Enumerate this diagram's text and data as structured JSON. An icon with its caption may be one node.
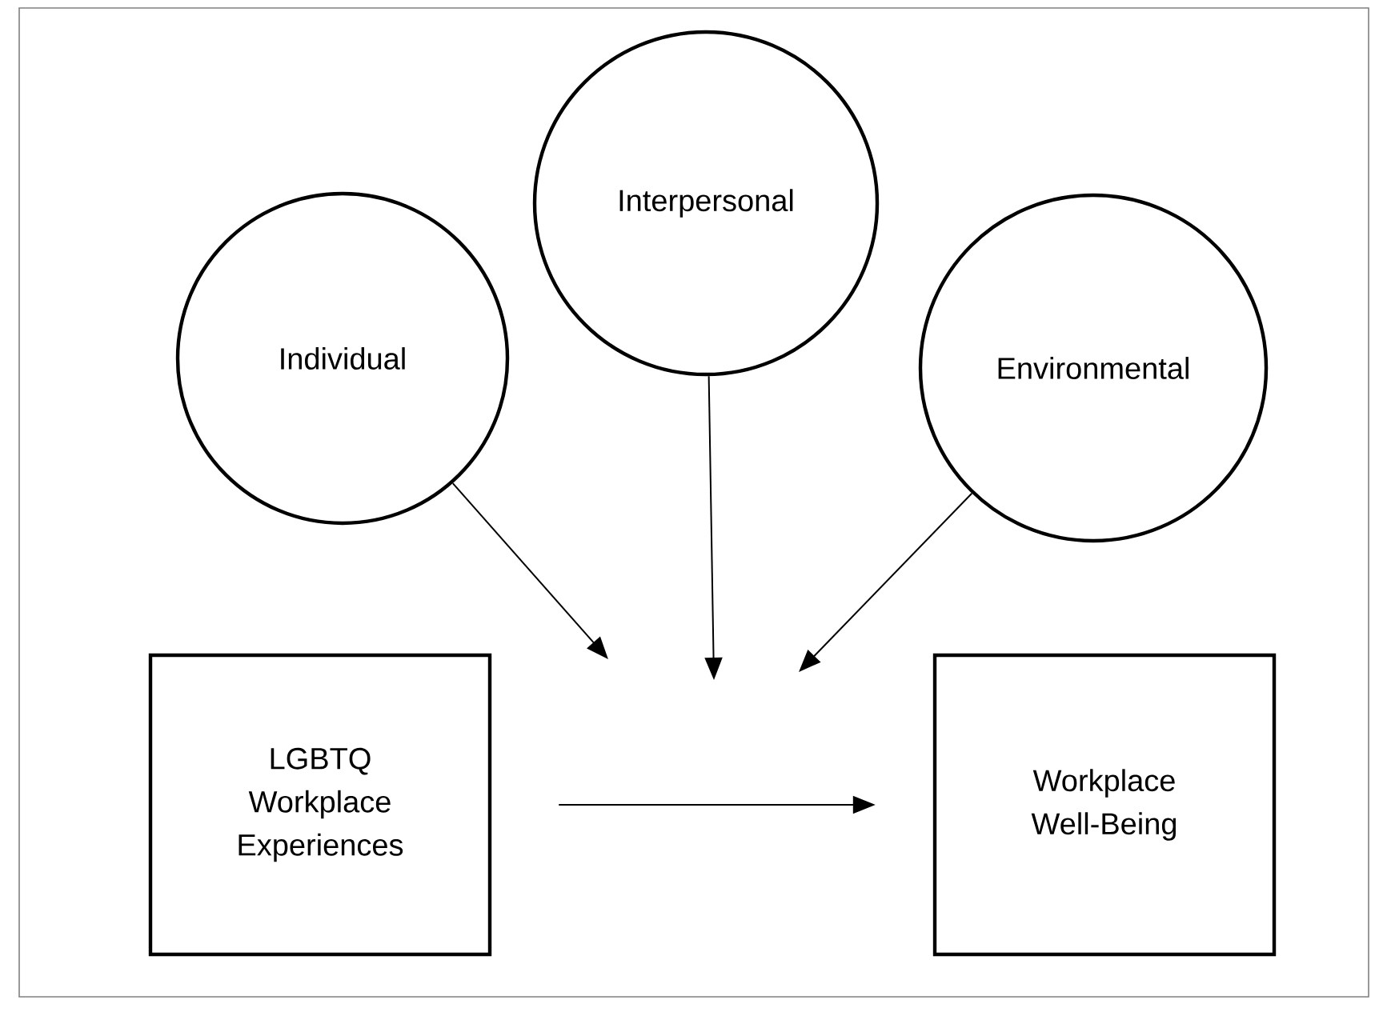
{
  "diagram": {
    "nodes": [
      {
        "text": [
          "Individual"
        ]
      },
      {
        "text": [
          "Interpersonal"
        ]
      },
      {
        "text": [
          "Environmental"
        ]
      },
      {
        "text": [
          "LGBTQ Workplace Experiences"
        ]
      },
      {
        "text": [
          "Workplace Well-Being"
        ]
      }
    ],
    "edges": [
      {
        "from": 0,
        "to": null,
        "arrow": "to"
      },
      {
        "from": 1,
        "to": null,
        "arrow": "to"
      },
      {
        "from": 2,
        "to": null,
        "arrow": "to"
      },
      {
        "from": 3,
        "to": 4,
        "arrow": "to"
      }
    ]
  }
}
